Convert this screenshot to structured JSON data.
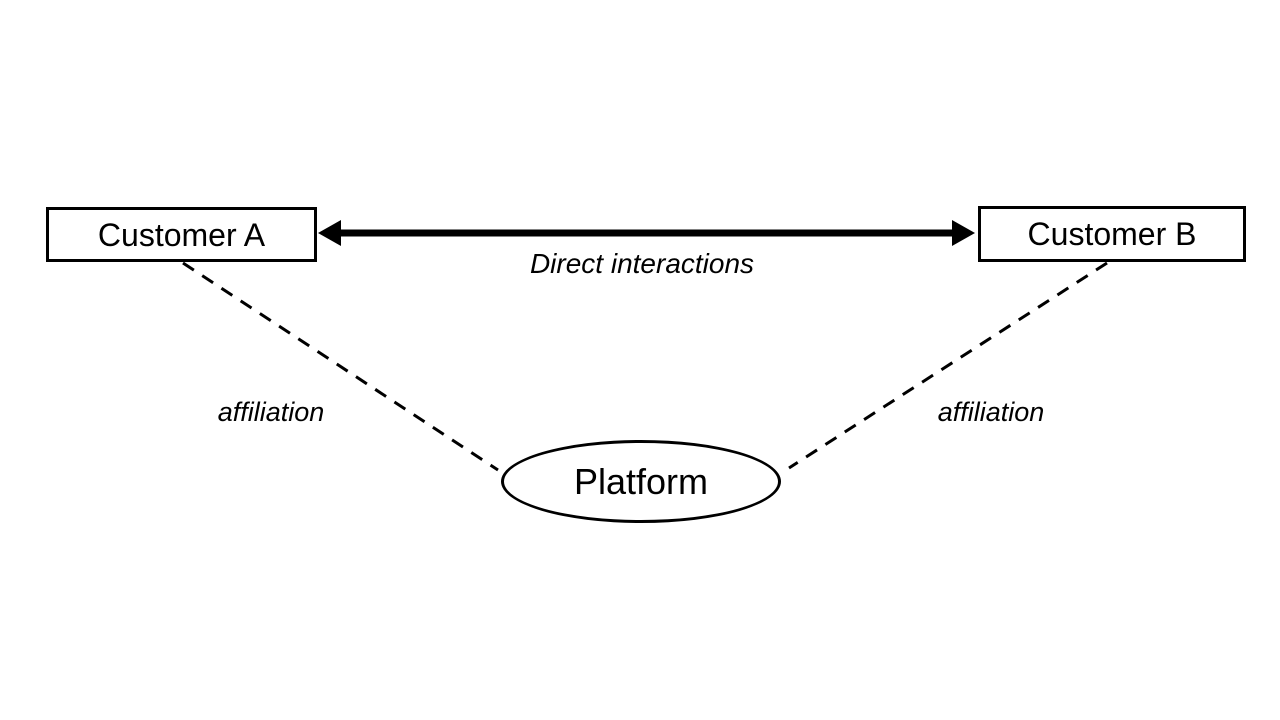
{
  "diagram": {
    "title": "",
    "nodes": {
      "customer_a": {
        "label": "Customer A",
        "shape": "rectangle"
      },
      "customer_b": {
        "label": "Customer B",
        "shape": "rectangle"
      },
      "platform": {
        "label": "Platform",
        "shape": "ellipse"
      }
    },
    "edges": {
      "direct_interactions": {
        "label": "Direct interactions",
        "from": "customer_a",
        "to": "customer_b",
        "style": "solid-thick-double-arrow"
      },
      "affiliation_left": {
        "label": "affiliation",
        "from": "customer_a",
        "to": "platform",
        "style": "dashed"
      },
      "affiliation_right": {
        "label": "affiliation",
        "from": "customer_b",
        "to": "platform",
        "style": "dashed"
      }
    },
    "colors": {
      "stroke": "#000000",
      "background": "#ffffff",
      "text": "#000000"
    }
  }
}
